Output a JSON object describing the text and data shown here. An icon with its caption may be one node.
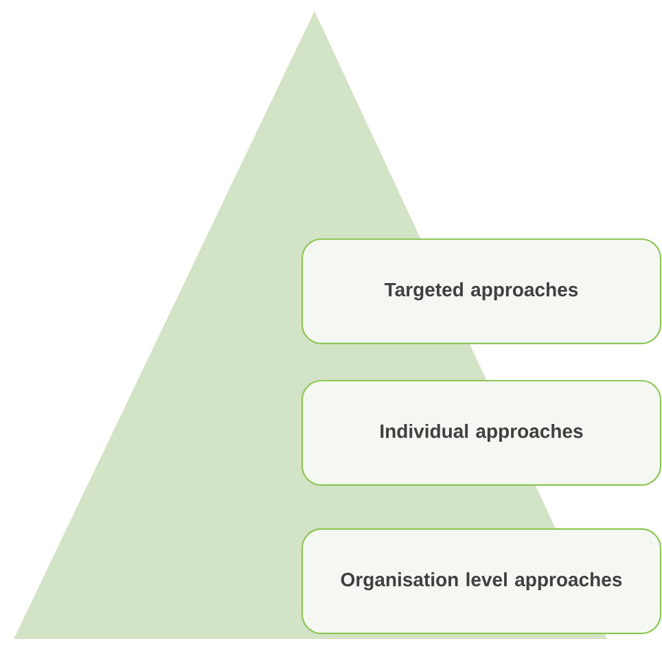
{
  "diagram": {
    "nodes": [
      {
        "text": [
          "Targeted approaches"
        ]
      },
      {
        "text": [
          "Individual approaches"
        ]
      },
      {
        "text": [
          "Organisation level approaches"
        ]
      }
    ]
  }
}
